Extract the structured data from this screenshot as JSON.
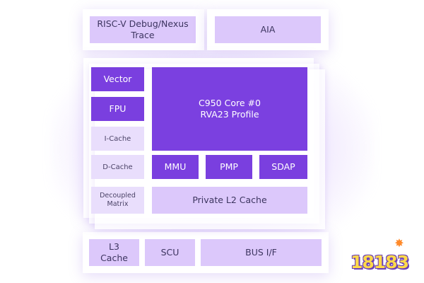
{
  "top": {
    "debug_trace": "RISC-V Debug/Nexus\nTrace",
    "aia": "AIA"
  },
  "core_cluster": {
    "vector": "Vector",
    "fpu": "FPU",
    "icache": "I-Cache",
    "dcache": "D-Cache",
    "decoupled_matrix": "Decoupled\nMatrix",
    "core_title": "C950 Core #0",
    "core_profile": "RVA23 Profile",
    "mmu": "MMU",
    "pmp": "PMP",
    "sdap": "SDAP",
    "l2": "Private L2 Cache"
  },
  "bottom": {
    "l3": "L3\nCache",
    "scu": "SCU",
    "bus": "BUS I/F"
  },
  "logo": {
    "text": "18183"
  },
  "colors": {
    "accent_dark": "#7a3fdf",
    "accent_light": "#dcc8fb",
    "accent_lighter": "#e9defc"
  }
}
